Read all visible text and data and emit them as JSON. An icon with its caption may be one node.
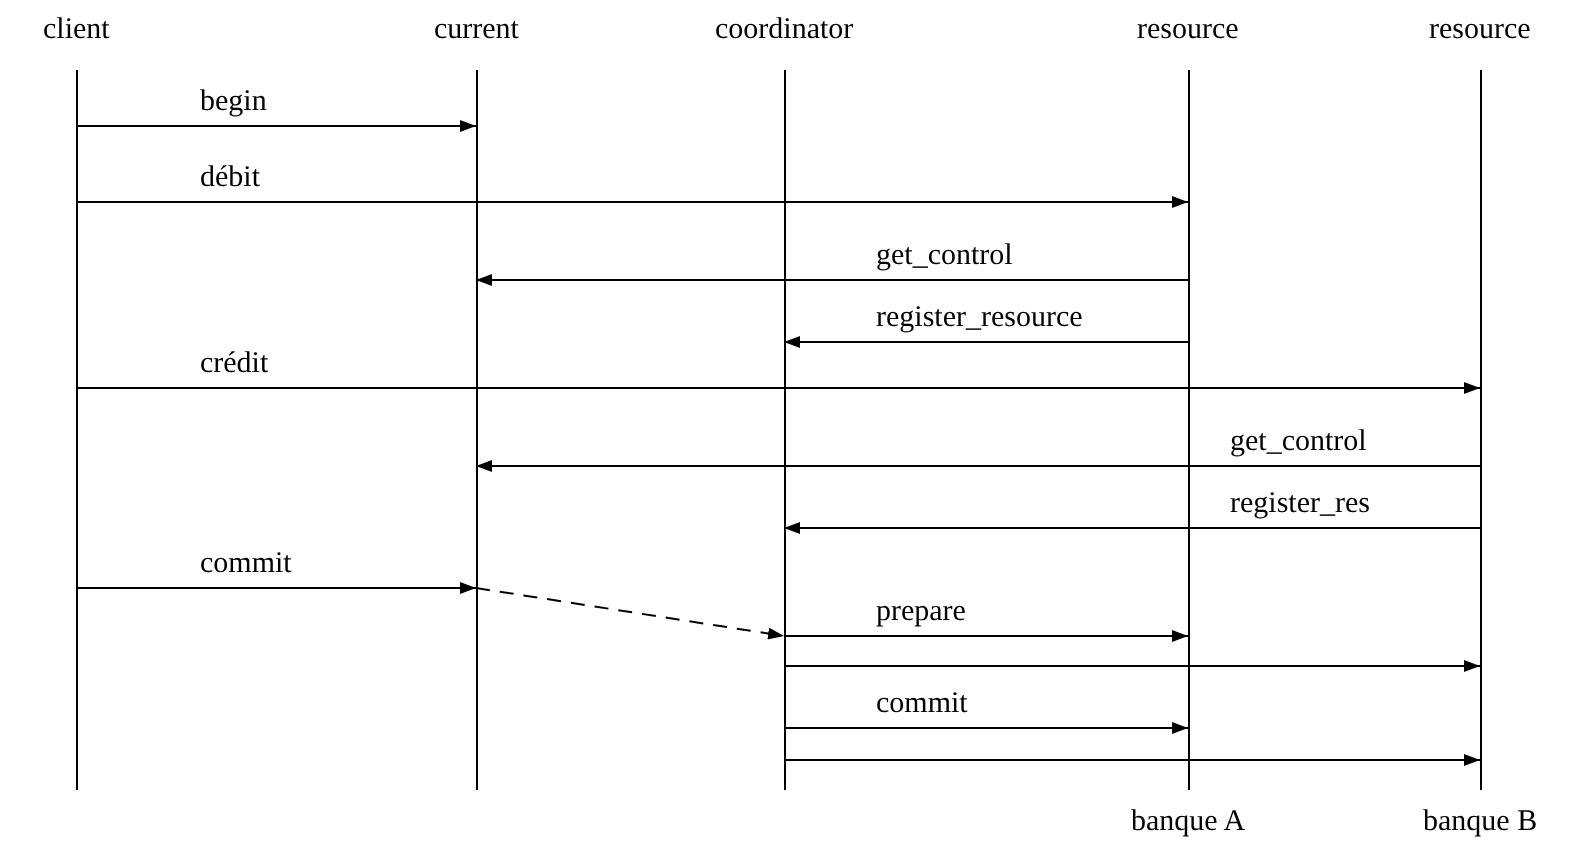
{
  "diagram": {
    "nodes": [
      {
        "text": [
          "client"
        ]
      },
      {
        "text": [
          "current"
        ]
      },
      {
        "text": [
          "coordinator"
        ]
      },
      {
        "text": [
          "resource"
        ],
        "beside": [
          "banque A"
        ]
      },
      {
        "text": [
          "resource"
        ],
        "beside": [
          "banque B"
        ]
      }
    ],
    "edges": [
      {
        "from": 0,
        "to": 1,
        "arrow": "to",
        "label": "begin"
      },
      {
        "from": 0,
        "to": 3,
        "arrow": "to",
        "label": "débit"
      },
      {
        "from": 3,
        "to": 1,
        "arrow": "to",
        "label": "get_control"
      },
      {
        "from": 3,
        "to": 2,
        "arrow": "to",
        "label": "register_resource"
      },
      {
        "from": 0,
        "to": 4,
        "arrow": "to",
        "label": "crédit"
      },
      {
        "from": 4,
        "to": 1,
        "arrow": "to",
        "label": "get_control"
      },
      {
        "from": 4,
        "to": 2,
        "arrow": "to",
        "label": "register_res"
      },
      {
        "from": 0,
        "to": 1,
        "arrow": "to",
        "label": "commit"
      },
      {
        "from": 1,
        "to": 2,
        "arrow": "to",
        "style": "dashed"
      },
      {
        "from": 2,
        "to": 3,
        "arrow": "to",
        "label": "prepare"
      },
      {
        "from": 2,
        "to": 4,
        "arrow": "to"
      },
      {
        "from": 2,
        "to": 3,
        "arrow": "to",
        "label": "commit"
      },
      {
        "from": 2,
        "to": 4,
        "arrow": "to"
      }
    ]
  }
}
